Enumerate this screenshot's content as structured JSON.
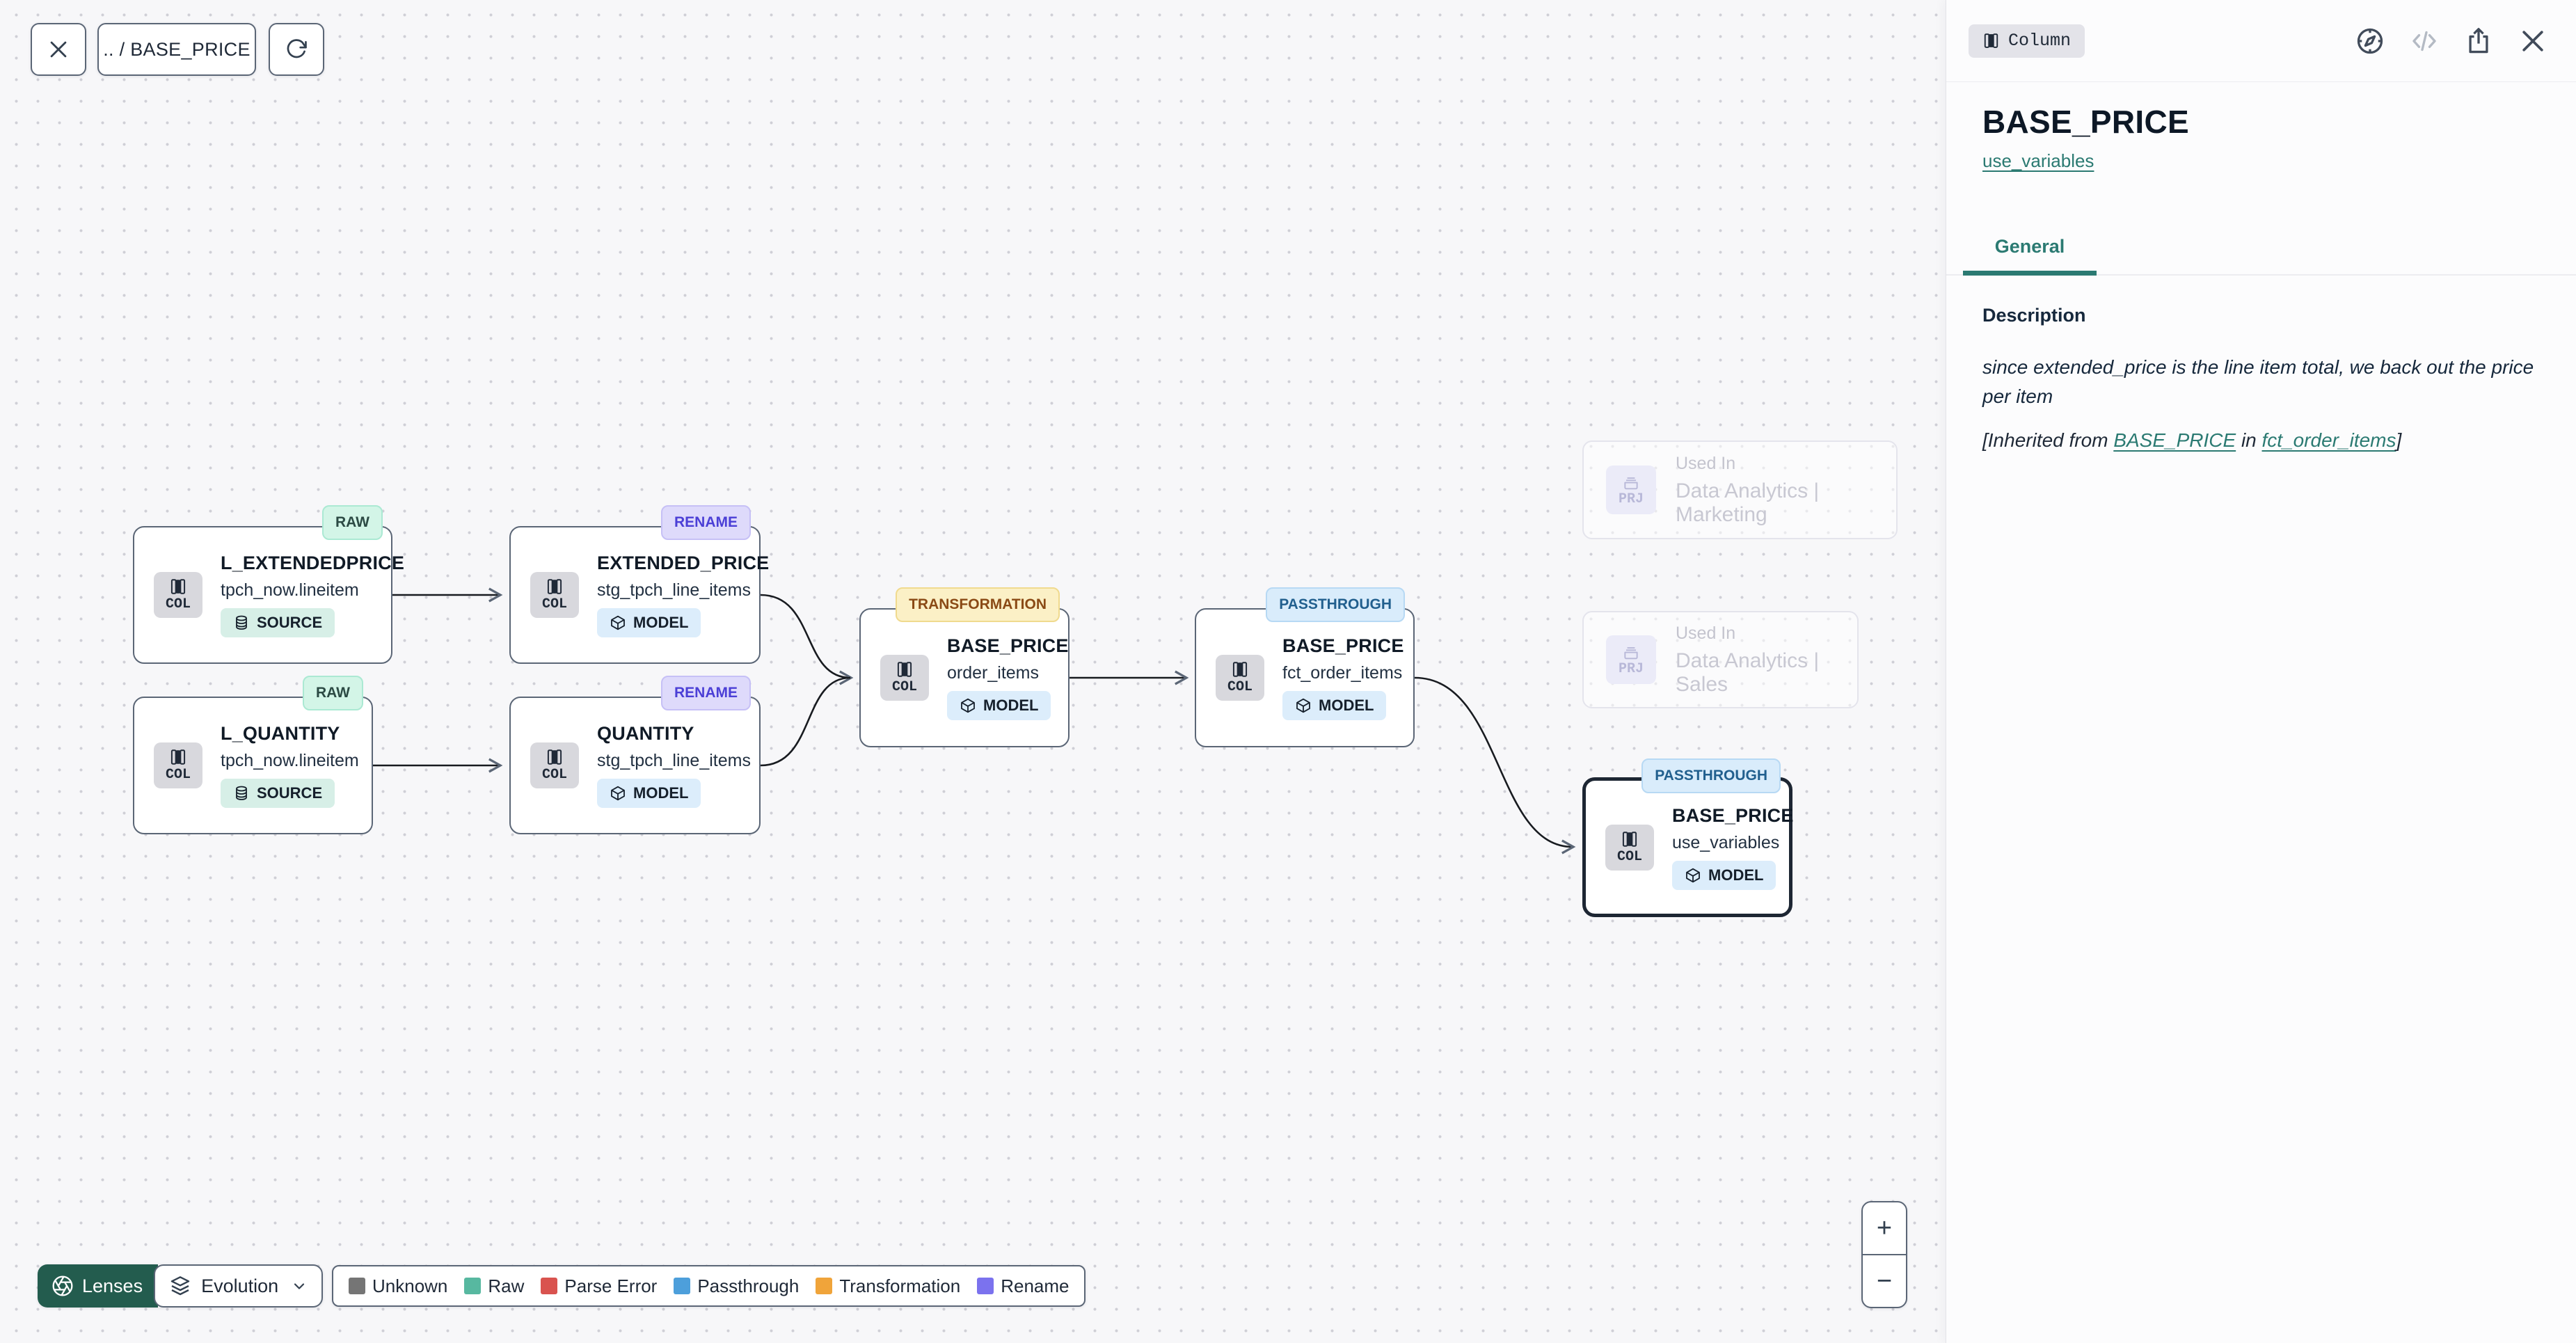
{
  "toolbar": {
    "breadcrumb": ".. / BASE_PRICE"
  },
  "shared": {
    "col_label": "COL",
    "prj_label": "PRJ",
    "used_in": "Used In"
  },
  "canvas": {
    "nodes": [
      {
        "badge": "RAW",
        "title": "L_EXTENDEDPRICE",
        "subtitle": "tpch_now.lineitem",
        "pill": "SOURCE"
      },
      {
        "badge": "RENAME",
        "title": "EXTENDED_PRICE",
        "subtitle": "stg_tpch_line_items",
        "pill": "MODEL"
      },
      {
        "badge": "RAW",
        "title": "L_QUANTITY",
        "subtitle": "tpch_now.lineitem",
        "pill": "SOURCE"
      },
      {
        "badge": "RENAME",
        "title": "QUANTITY",
        "subtitle": "stg_tpch_line_items",
        "pill": "MODEL"
      },
      {
        "badge": "TRANSFORMATION",
        "title": "BASE_PRICE",
        "subtitle": "order_items",
        "pill": "MODEL"
      },
      {
        "badge": "PASSTHROUGH",
        "title": "BASE_PRICE",
        "subtitle": "fct_order_items",
        "pill": "MODEL"
      },
      {
        "badge": "PASSTHROUGH",
        "title": "BASE_PRICE",
        "subtitle": "use_variables",
        "pill": "MODEL"
      }
    ],
    "ghost_nodes": [
      {
        "name": "Data Analytics | Marketing"
      },
      {
        "name": "Data Analytics | Sales"
      }
    ],
    "zoom_in": "+",
    "zoom_out": "−"
  },
  "lenses": {
    "button_label": "Lenses",
    "selected_lens": "Evolution"
  },
  "legend": [
    {
      "label": "Unknown",
      "color": "#757575"
    },
    {
      "label": "Raw",
      "color": "#57b8a0"
    },
    {
      "label": "Parse Error",
      "color": "#d9534f"
    },
    {
      "label": "Passthrough",
      "color": "#4d9fdb"
    },
    {
      "label": "Transformation",
      "color": "#f0a43a"
    },
    {
      "label": "Rename",
      "color": "#7b72ee"
    }
  ],
  "panel": {
    "type_badge": "Column",
    "title": "BASE_PRICE",
    "model_link": "use_variables",
    "tab_general": "General",
    "description": {
      "label": "Description",
      "text": "since extended_price is the line item total, we back out the price per item",
      "inherited_prefix": "[Inherited from ",
      "inherited_link_column": "BASE_PRICE",
      "inherited_middle": " in ",
      "inherited_link_model": "fct_order_items",
      "inherited_suffix": "]"
    }
  }
}
